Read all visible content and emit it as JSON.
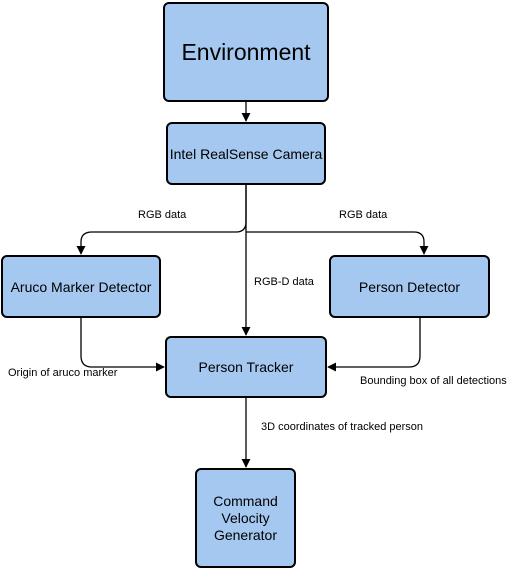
{
  "colors": {
    "node_fill": "#a4c8f0",
    "node_border": "#000000",
    "wire": "#000000"
  },
  "nodes": {
    "environment": "Environment",
    "camera": "Intel RealSense Camera",
    "aruco": "Aruco Marker Detector",
    "person_detector": "Person Detector",
    "tracker": "Person Tracker",
    "velocity": "Command Velocity Generator"
  },
  "edges": {
    "rgb_left": "RGB data",
    "rgb_right": "RGB data",
    "rgbd": "RGB-D data",
    "origin": "Origin of aruco marker",
    "bbox": "Bounding box of all detections",
    "coords": "3D coordinates of tracked person"
  }
}
